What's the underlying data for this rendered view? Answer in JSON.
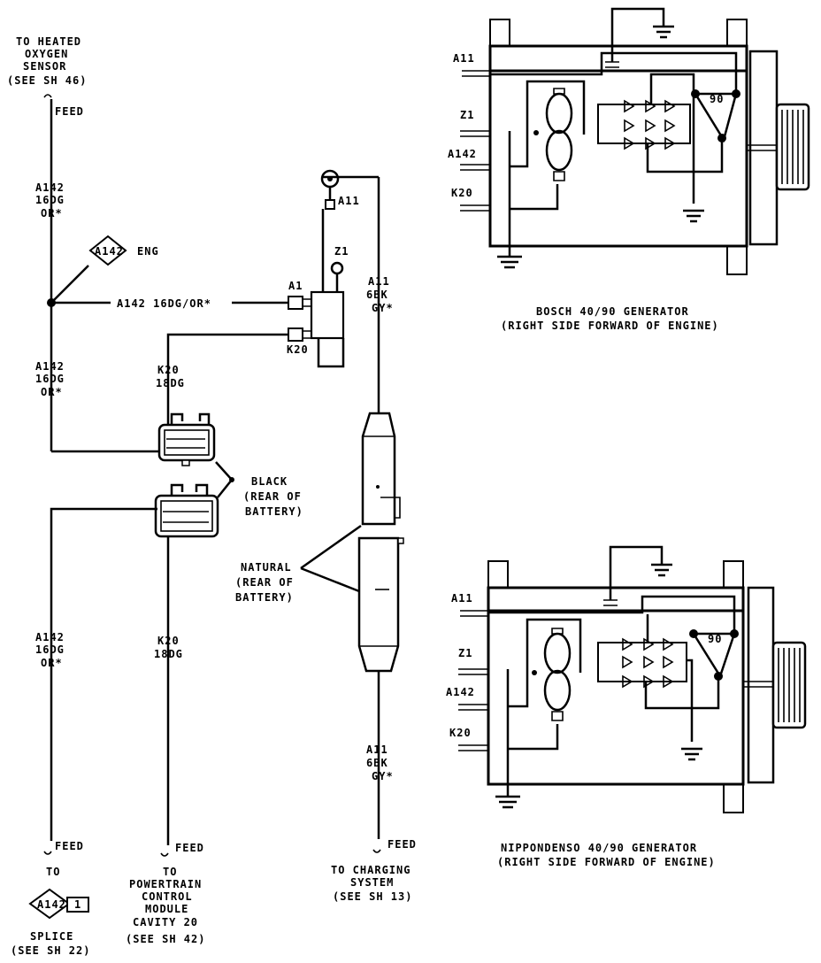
{
  "colors": {
    "ink": "#000000",
    "paper": "#ffffff"
  },
  "heated_oxygen": {
    "l1": "TO HEATED",
    "l2": "OXYGEN",
    "l3": "SENSOR",
    "l4": "(SEE SH 46)",
    "feed": "FEED"
  },
  "wire_a142_top": {
    "l1": "A142",
    "l2": "16DG",
    "l3": "OR*"
  },
  "eng_tag": {
    "code": "A142",
    "label": "ENG"
  },
  "wire_a142_horizontal": "A142 16DG/OR*",
  "wire_a142_mid": {
    "l1": "A142",
    "l2": "16DG",
    "l3": "OR*"
  },
  "wire_k20_top": {
    "l1": "K20",
    "l2": "18DG"
  },
  "alt_terminals": {
    "a11": "A11",
    "z1": "Z1",
    "a1": "A1",
    "k20": "K20"
  },
  "wire_a11_top": {
    "l1": "A11",
    "l2": "6BK",
    "l3": "GY*"
  },
  "black_connector": {
    "l1": "BLACK",
    "l2": "(REAR OF",
    "l3": "BATTERY)"
  },
  "natural_connector": {
    "l1": "NATURAL",
    "l2": "(REAR OF",
    "l3": "BATTERY)"
  },
  "wire_a142_bottom": {
    "l1": "A142",
    "l2": "16DG",
    "l3": "OR*"
  },
  "wire_k20_bottom": {
    "l1": "K20",
    "l2": "18DG"
  },
  "wire_a11_bottom": {
    "l1": "A11",
    "l2": "6BK",
    "l3": "GY*"
  },
  "splice": {
    "feed": "FEED",
    "to": "TO",
    "code": "A142",
    "sub": "1",
    "l1": "SPLICE",
    "l2": "(SEE SH 22)"
  },
  "pcm": {
    "feed": "FEED",
    "l1": "TO",
    "l2": "POWERTRAIN",
    "l3": "CONTROL",
    "l4": "MODULE",
    "l5": "CAVITY 20",
    "l6": "(SEE SH 42)"
  },
  "charging": {
    "feed": "FEED",
    "l1": "TO CHARGING",
    "l2": "SYSTEM",
    "l3": "(SEE SH 13)"
  },
  "bosch": {
    "terms": [
      "A11",
      "Z1",
      "A142",
      "K20"
    ],
    "title": "BOSCH 40/90 GENERATOR",
    "sub": "(RIGHT SIDE FORWARD OF ENGINE)",
    "reg": "90"
  },
  "nippondenso": {
    "terms": [
      "A11",
      "Z1",
      "A142",
      "K20"
    ],
    "title": "NIPPONDENSO 40/90 GENERATOR",
    "sub": "(RIGHT SIDE FORWARD OF ENGINE)",
    "reg": "90"
  }
}
